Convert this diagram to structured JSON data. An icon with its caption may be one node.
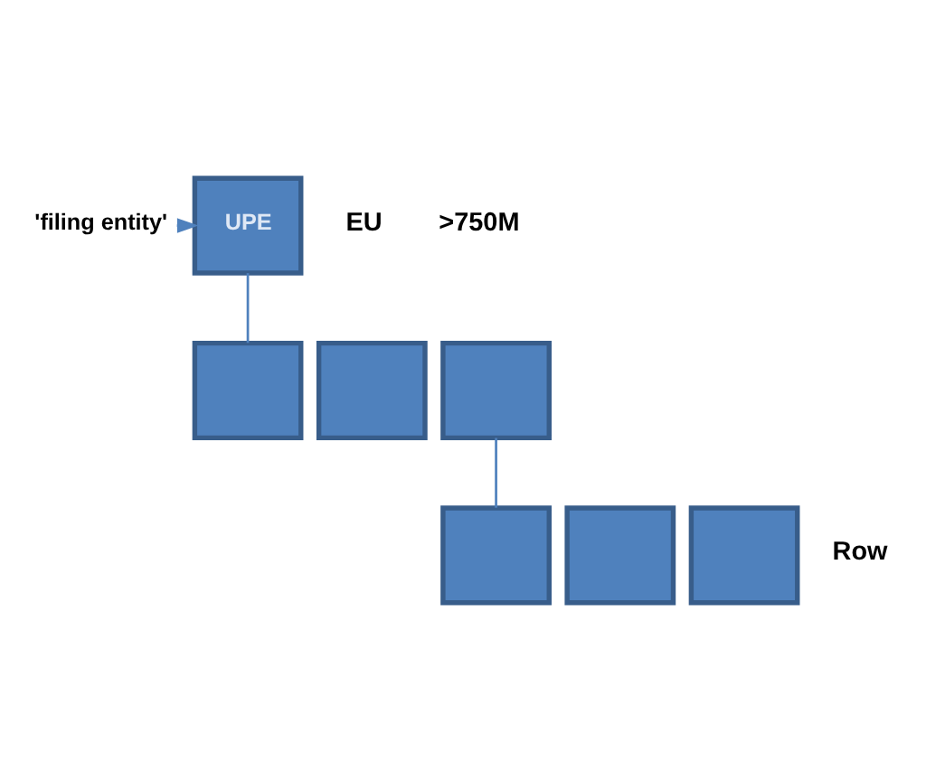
{
  "diagram": {
    "nodes": [
      {
        "text": [
          "'filing entity'"
        ]
      },
      {
        "text": [
          "UPE"
        ]
      },
      {
        "text": [],
        "shape": "box"
      },
      {
        "text": [],
        "shape": "box"
      },
      {
        "text": [],
        "shape": "box"
      },
      {
        "text": [],
        "shape": "box"
      },
      {
        "text": [],
        "shape": "box"
      },
      {
        "text": [],
        "shape": "box"
      }
    ],
    "edges": [
      {
        "from": 0,
        "to": 1,
        "arrow": "to"
      },
      {
        "from": 1,
        "to": 2,
        "arrow": "none"
      },
      {
        "from": 4,
        "to": 5,
        "arrow": "none"
      }
    ],
    "labels": [
      "EU",
      "Row",
      ">750M"
    ]
  }
}
